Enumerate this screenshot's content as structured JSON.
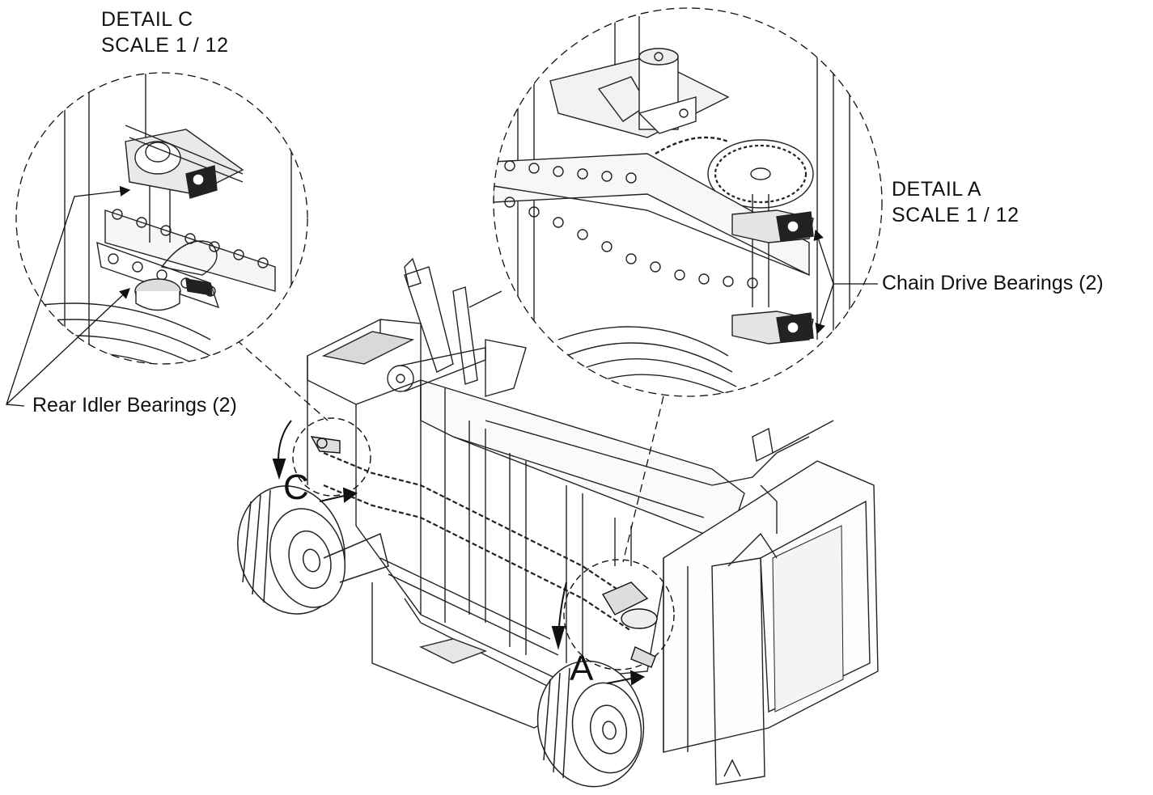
{
  "detail_c": {
    "title": "DETAIL  C",
    "scale": "SCALE 1 / 12"
  },
  "detail_a": {
    "title": "DETAIL  A",
    "scale": "SCALE 1 / 12"
  },
  "callouts": {
    "rear_idler": "Rear Idler Bearings (2)",
    "chain_drive": "Chain Drive Bearings (2)"
  },
  "view_letters": {
    "c": "C",
    "a": "A"
  },
  "colors": {
    "ink": "#111111",
    "paper": "#ffffff"
  }
}
